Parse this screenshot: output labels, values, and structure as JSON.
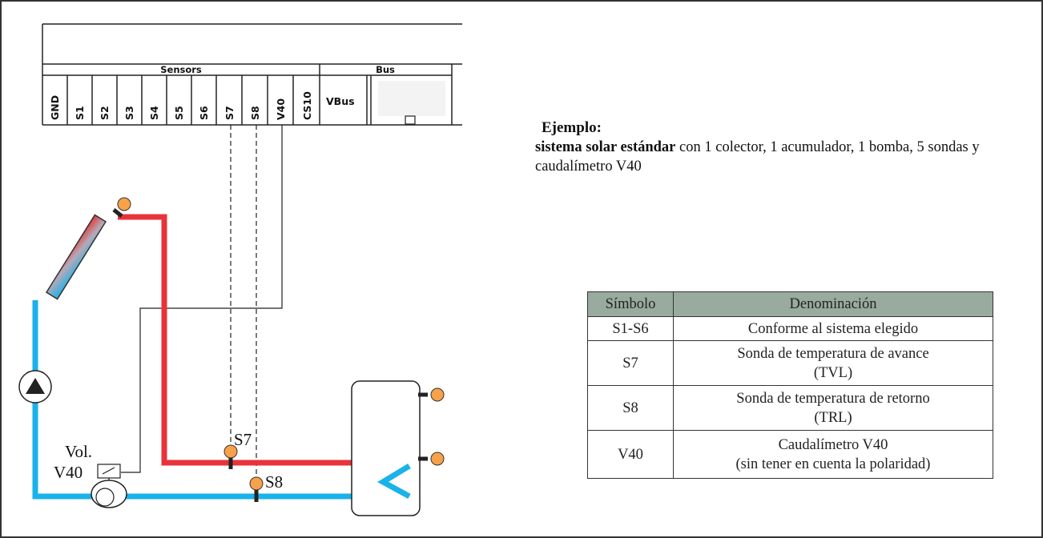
{
  "controller": {
    "section_sensors": "Sensors",
    "section_bus": "Bus",
    "terminals": [
      "GND",
      "S1",
      "S2",
      "S3",
      "S4",
      "S5",
      "S6",
      "S7",
      "S8",
      "V40",
      "CS10"
    ],
    "bus_terminal": "VBus"
  },
  "diagram_labels": {
    "s7": "S7",
    "s8": "S8",
    "vol": "Vol.",
    "v40": "V40"
  },
  "description": {
    "heading": "Ejemplo:",
    "bold_part": "sistema solar estándar",
    "rest": " con 1 colector, 1 acumulador, 1 bomba, 5 sondas y caudalímetro V40"
  },
  "legend_table": {
    "header_symbol": "Símbolo",
    "header_name": "Denominación",
    "rows": [
      {
        "symbol": "S1-S6",
        "line1": "Conforme al sistema elegido",
        "line2": ""
      },
      {
        "symbol": "S7",
        "line1": "Sonda de temperatura  de avance",
        "line2": "(TVL)"
      },
      {
        "symbol": "S8",
        "line1": "Sonda de temperatura  de retorno",
        "line2": "(TRL)"
      },
      {
        "symbol": "V40",
        "line1": "Caudalímetro V40",
        "line2": "(sin tener  en cuenta la polaridad)"
      }
    ]
  },
  "colors": {
    "hot_pipe": "#e8333b",
    "cold_pipe": "#1ab2ea",
    "sensor": "#f7a14a",
    "table_header": "#99ab9f"
  }
}
